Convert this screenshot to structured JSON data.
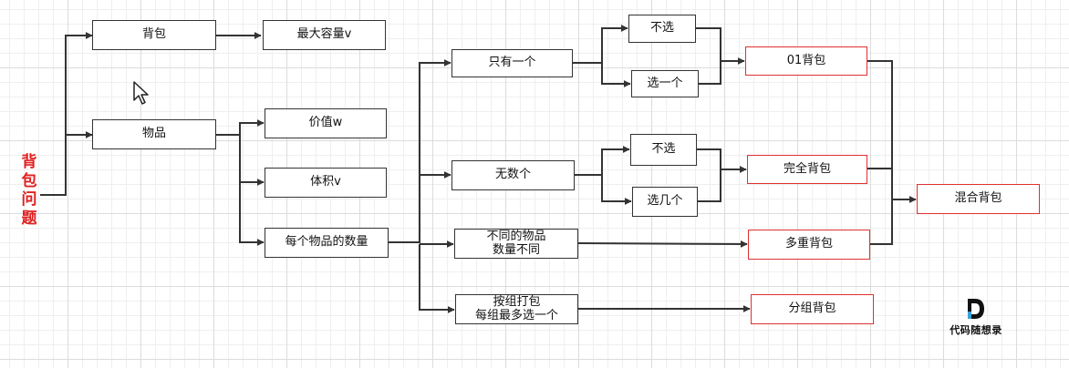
{
  "diagram": {
    "root": "背\n包\n问\n题",
    "nodes": {
      "beibao": "背包",
      "max_capacity": "最大容量v",
      "wupin": "物品",
      "value": "价值w",
      "volume": "体积v",
      "count": "每个物品的数量",
      "only_one": "只有一个",
      "infinite": "无数个",
      "different_count": "不同的物品\n数量不同",
      "group": "按组打包\n每组最多选一个",
      "not_choose_1": "不选",
      "choose_one": "选一个",
      "not_choose_2": "不选",
      "choose_several": "选几个",
      "knapsack_01": "01背包",
      "complete": "完全背包",
      "multiple": "多重背包",
      "grouped": "分组背包",
      "mixed": "混合背包"
    },
    "highlight_color": "#e03030",
    "line_color": "#333333"
  },
  "logo": {
    "text": "代码随想录",
    "icon": "logo-d-icon"
  }
}
